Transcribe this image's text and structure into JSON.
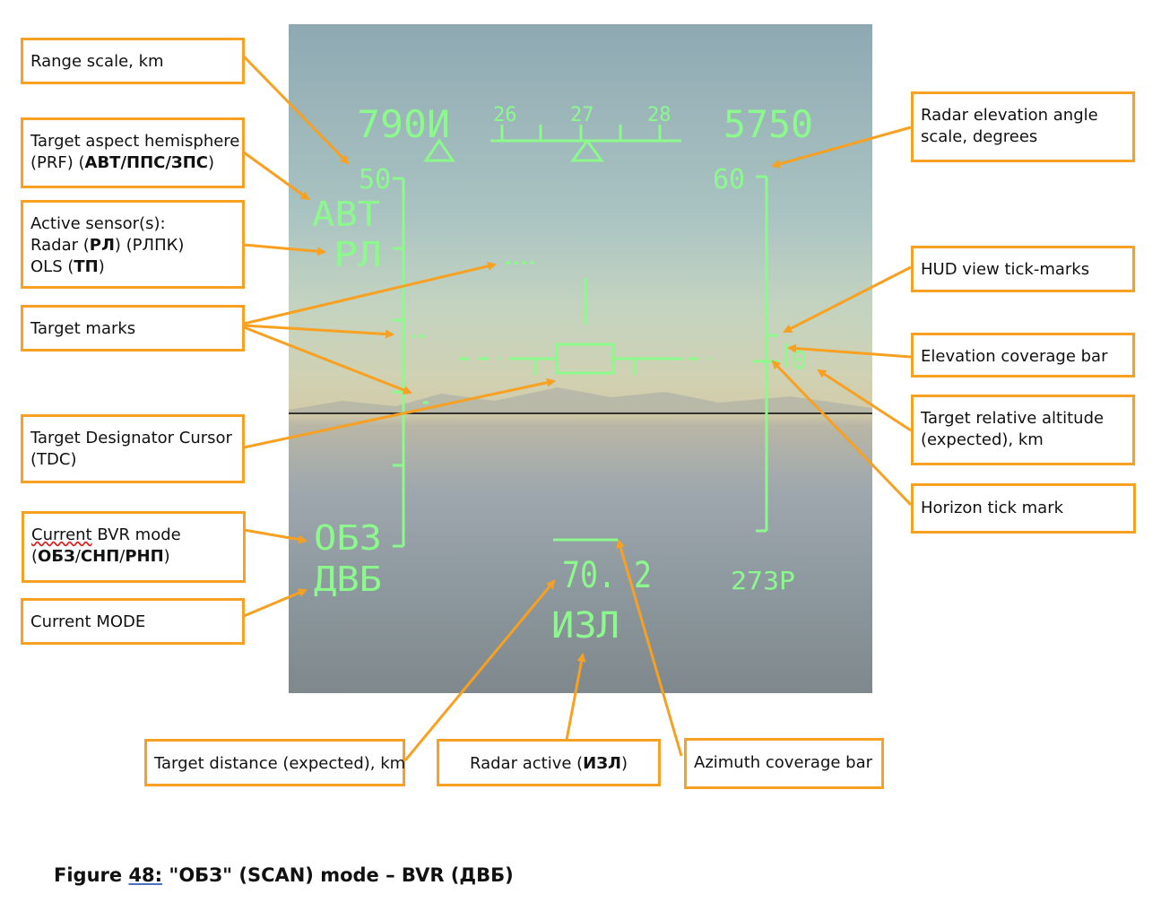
{
  "hud": {
    "heading_left": "790И",
    "heading_ticks": [
      "26",
      "27",
      "28"
    ],
    "altitude_right": "5750",
    "range_scale_top": "50",
    "elevation_scale_top": "60",
    "aspect": "АВТ",
    "sensor": "РЛ",
    "bvr_mode": "ОБЗ",
    "mode": "ДВБ",
    "target_distance": "70. 2",
    "radar_active": "ИЗЛ",
    "bottom_right": "273Р",
    "target_mark": "----",
    "colors": {
      "symbology": "#8cf98c",
      "arrow": "#f7a021"
    }
  },
  "callouts": {
    "range_scale": "Range scale, km",
    "aspect_line1": "Target aspect hemisphere",
    "aspect_line2_pre": "(PRF) (",
    "aspect_line2_bold": "АВТ/ППС/ЗПС",
    "aspect_line2_post": ")",
    "sensor_line1": "Active sensor(s):",
    "sensor_line2_pre": "Radar (",
    "sensor_line2_bold": "РЛ",
    "sensor_line2_post": ") (РЛПК)",
    "sensor_line3_pre": "OLS (",
    "sensor_line3_bold": "ТП",
    "sensor_line3_post": ")",
    "target_marks": "Target marks",
    "tdc_line1": "Target Designator Cursor",
    "tdc_line2": "(TDC)",
    "bvr_line1_word": "Current",
    "bvr_line1_rest": " BVR mode",
    "bvr_line2_pre": "(",
    "bvr_line2_bold": "ОБЗ",
    "bvr_line2_mid1": "/",
    "bvr_line2_bold2": "СНП",
    "bvr_line2_mid2": "/",
    "bvr_line2_bold3": "РНП",
    "bvr_line2_post": ")",
    "current_mode": "Current MODE",
    "elev_scale_line1": "Radar elevation angle",
    "elev_scale_line2": "scale, degrees",
    "hud_ticks": "HUD view tick-marks",
    "elev_bar": "Elevation  coverage bar",
    "rel_alt_line1": "Target relative altitude",
    "rel_alt_line2": "(expected), km",
    "horizon_tick": "Horizon tick mark",
    "target_distance": "Target distance (expected), km",
    "radar_active_pre": "Radar active (",
    "radar_active_bold": "ИЗЛ",
    "radar_active_post": ")",
    "azimuth_bar": "Azimuth coverage bar"
  },
  "caption": {
    "prefix": "Figure ",
    "number": "48:",
    "text": " \"ОБЗ\" (SCAN) mode – BVR (ДВБ)"
  }
}
